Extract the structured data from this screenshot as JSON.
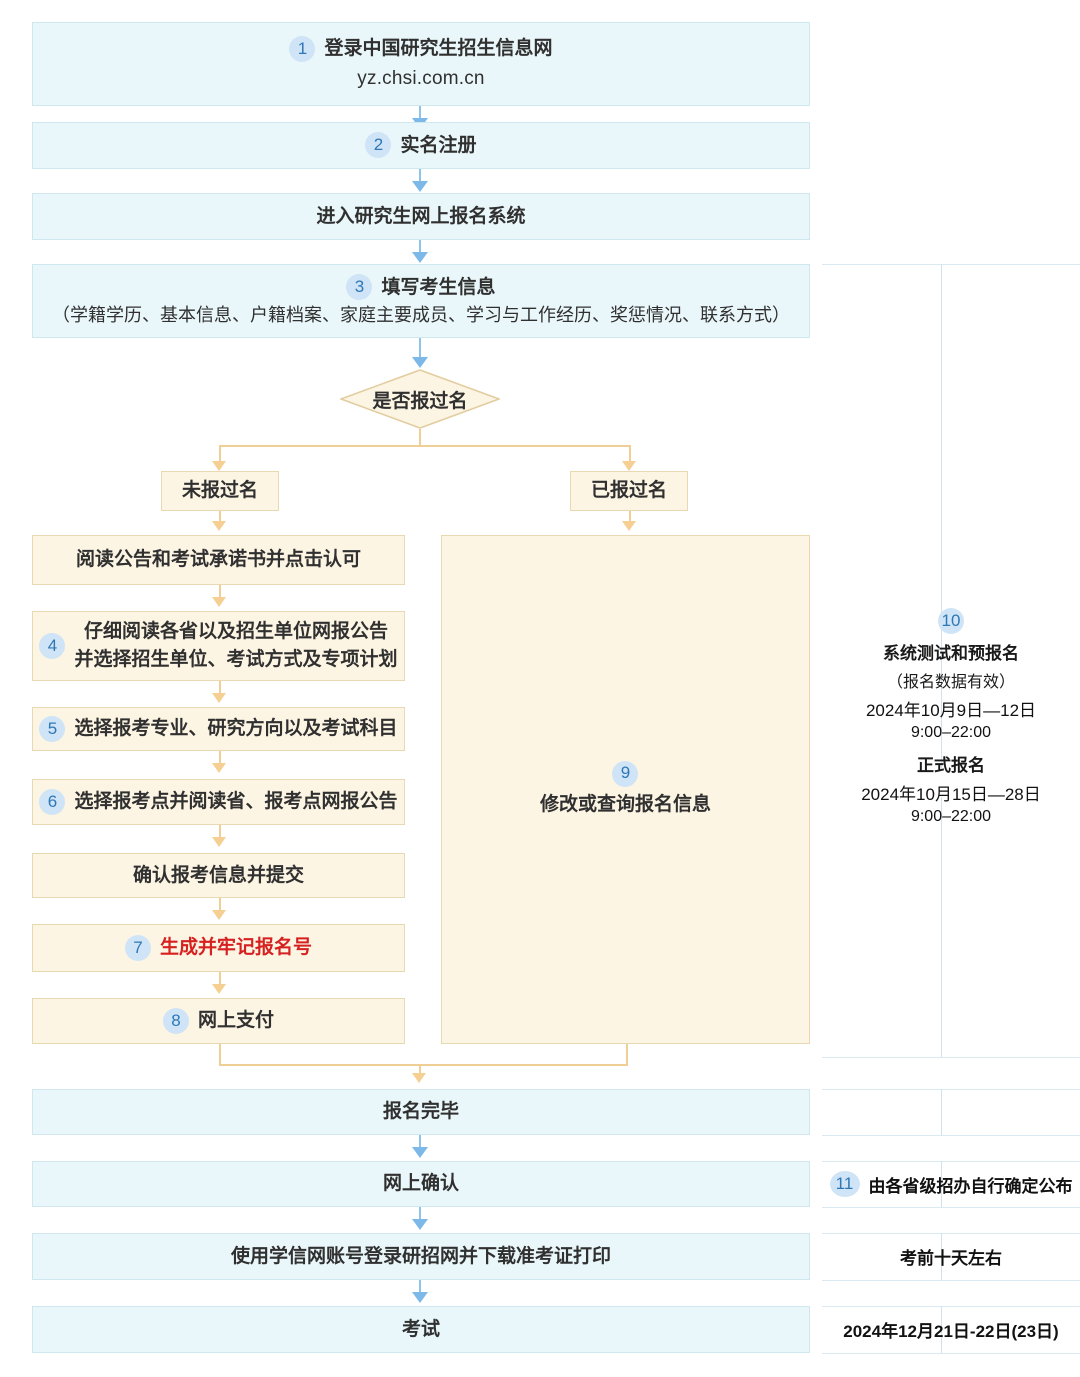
{
  "flow": {
    "step1": {
      "badge": "1",
      "line1": "登录中国研究生招生信息网",
      "line2": "yz.chsi.com.cn"
    },
    "step2": {
      "badge": "2",
      "label": "实名注册"
    },
    "step_enter": {
      "label": "进入研究生网上报名系统"
    },
    "step3": {
      "badge": "3",
      "line1": "填写考生信息",
      "line2": "（学籍学历、基本信息、户籍档案、家庭主要成员、学习与工作经历、奖惩情况、联系方式）"
    },
    "decision": {
      "label": "是否报过名"
    },
    "branch_left_label": "未报过名",
    "branch_right_label": "已报过名",
    "left_branch": [
      {
        "badge": "",
        "line1": "阅读公告和考试承诺书并点击认可",
        "line2": ""
      },
      {
        "badge": "4",
        "line1": "仔细阅读各省以及招生单位网报公告",
        "line2": "并选择招生单位、考试方式及专项计划"
      },
      {
        "badge": "5",
        "line1": "选择报考专业、研究方向以及考试科目",
        "line2": ""
      },
      {
        "badge": "6",
        "line1": "选择报考点并阅读省、报考点网报公告",
        "line2": ""
      },
      {
        "badge": "",
        "line1": "确认报考信息并提交",
        "line2": ""
      },
      {
        "badge": "7",
        "line1": "生成并牢记报名号",
        "line2": "",
        "highlight": true
      },
      {
        "badge": "8",
        "line1": "网上支付",
        "line2": ""
      }
    ],
    "right_branch": {
      "badge": "9",
      "label": "修改或查询报名信息"
    },
    "tail": [
      {
        "label": "报名完毕"
      },
      {
        "label": "网上确认"
      },
      {
        "label": "使用学信网账号登录研招网并下载准考证打印"
      },
      {
        "label": "考试"
      }
    ]
  },
  "timeline": {
    "registration": {
      "badge": "10",
      "title1": "系统测试和预报名",
      "note": "（报名数据有效）",
      "date1": "2024年10月9日—12日",
      "time1": "9:00–22:00",
      "title2": "正式报名",
      "date2": "2024年10月15日—28日",
      "time2": "9:00–22:00"
    },
    "confirm": {
      "badge": "11",
      "text": "由各省级招办自行确定公布"
    },
    "admit_card": {
      "text": "考前十天左右"
    },
    "exam": {
      "text": "2024年12月21日-22日(23日)"
    }
  },
  "colors": {
    "blue_box_fill": "#eaf7fa",
    "blue_box_border": "#cfe8ef",
    "cream_box_fill": "#fdf5e4",
    "cream_box_border": "#e9d9b3",
    "badge_fill": "#cfe4f7",
    "badge_text": "#2f77b5",
    "blue_arrow": "#7db9e8",
    "orange_arrow": "#f6cf93",
    "highlight_text": "#d62121"
  }
}
